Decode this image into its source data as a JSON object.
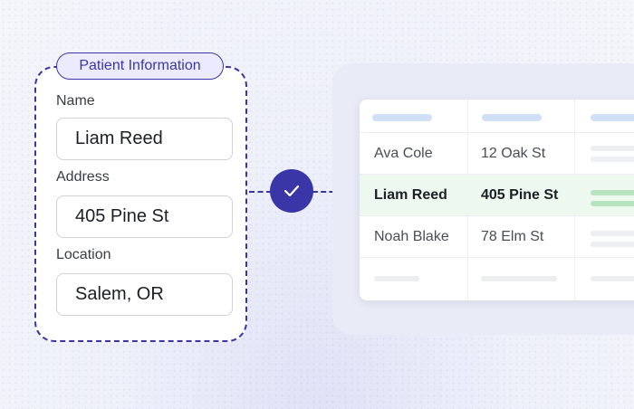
{
  "form": {
    "title": "Patient Information",
    "fields": [
      {
        "label": "Name",
        "value": "Liam Reed"
      },
      {
        "label": "Address",
        "value": "405 Pine St"
      },
      {
        "label": "Location",
        "value": "Salem, OR"
      }
    ]
  },
  "match_icon": "check-icon",
  "table": {
    "rows": [
      {
        "name": "Ava Cole",
        "address": "12 Oak St",
        "selected": false
      },
      {
        "name": "Liam Reed",
        "address": "405 Pine St",
        "selected": true
      },
      {
        "name": "Noah Blake",
        "address": "78 Elm St",
        "selected": false
      }
    ]
  },
  "colors": {
    "accent": "#3b36a8",
    "tag_bg": "#eceafe",
    "selected_row_bg": "#edf9ef",
    "selected_bar": "#b8e3c0"
  }
}
